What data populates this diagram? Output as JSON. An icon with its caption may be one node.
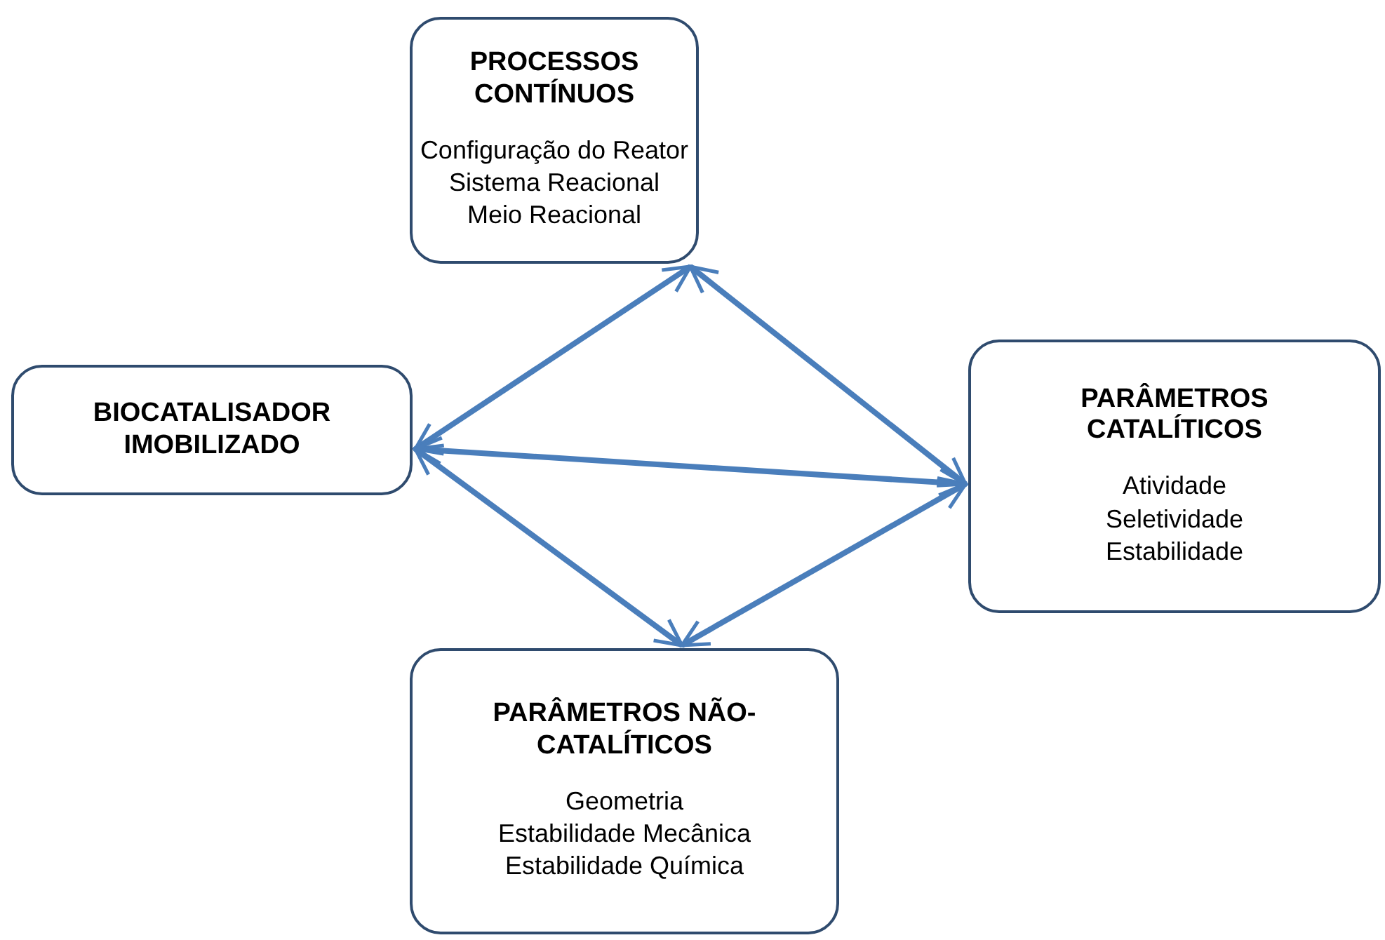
{
  "diagram": {
    "nodes": [
      {
        "text": [
          "PROCESSOS CONTÍNUOS",
          "Configuração do Reator",
          "Sistema Reacional",
          "Meio Reacional"
        ]
      },
      {
        "text": [
          "BIOCATALISADOR IMOBILIZADO"
        ]
      },
      {
        "text": [
          "PARÂMETROS CATALÍTICOS",
          "Atividade",
          "Seletividade",
          "Estabilidade"
        ]
      },
      {
        "text": [
          "PARÂMETROS NÃO-CATALÍTICOS",
          "Geometria",
          "Estabilidade Mecânica",
          "Estabilidade Química"
        ]
      }
    ],
    "edges": [
      {
        "from": 1,
        "to": 0,
        "arrow": "both"
      },
      {
        "from": 0,
        "to": 2,
        "arrow": "both"
      },
      {
        "from": 1,
        "to": 2,
        "arrow": "both"
      },
      {
        "from": 1,
        "to": 3,
        "arrow": "both"
      },
      {
        "from": 2,
        "to": 3,
        "arrow": "both"
      }
    ]
  }
}
